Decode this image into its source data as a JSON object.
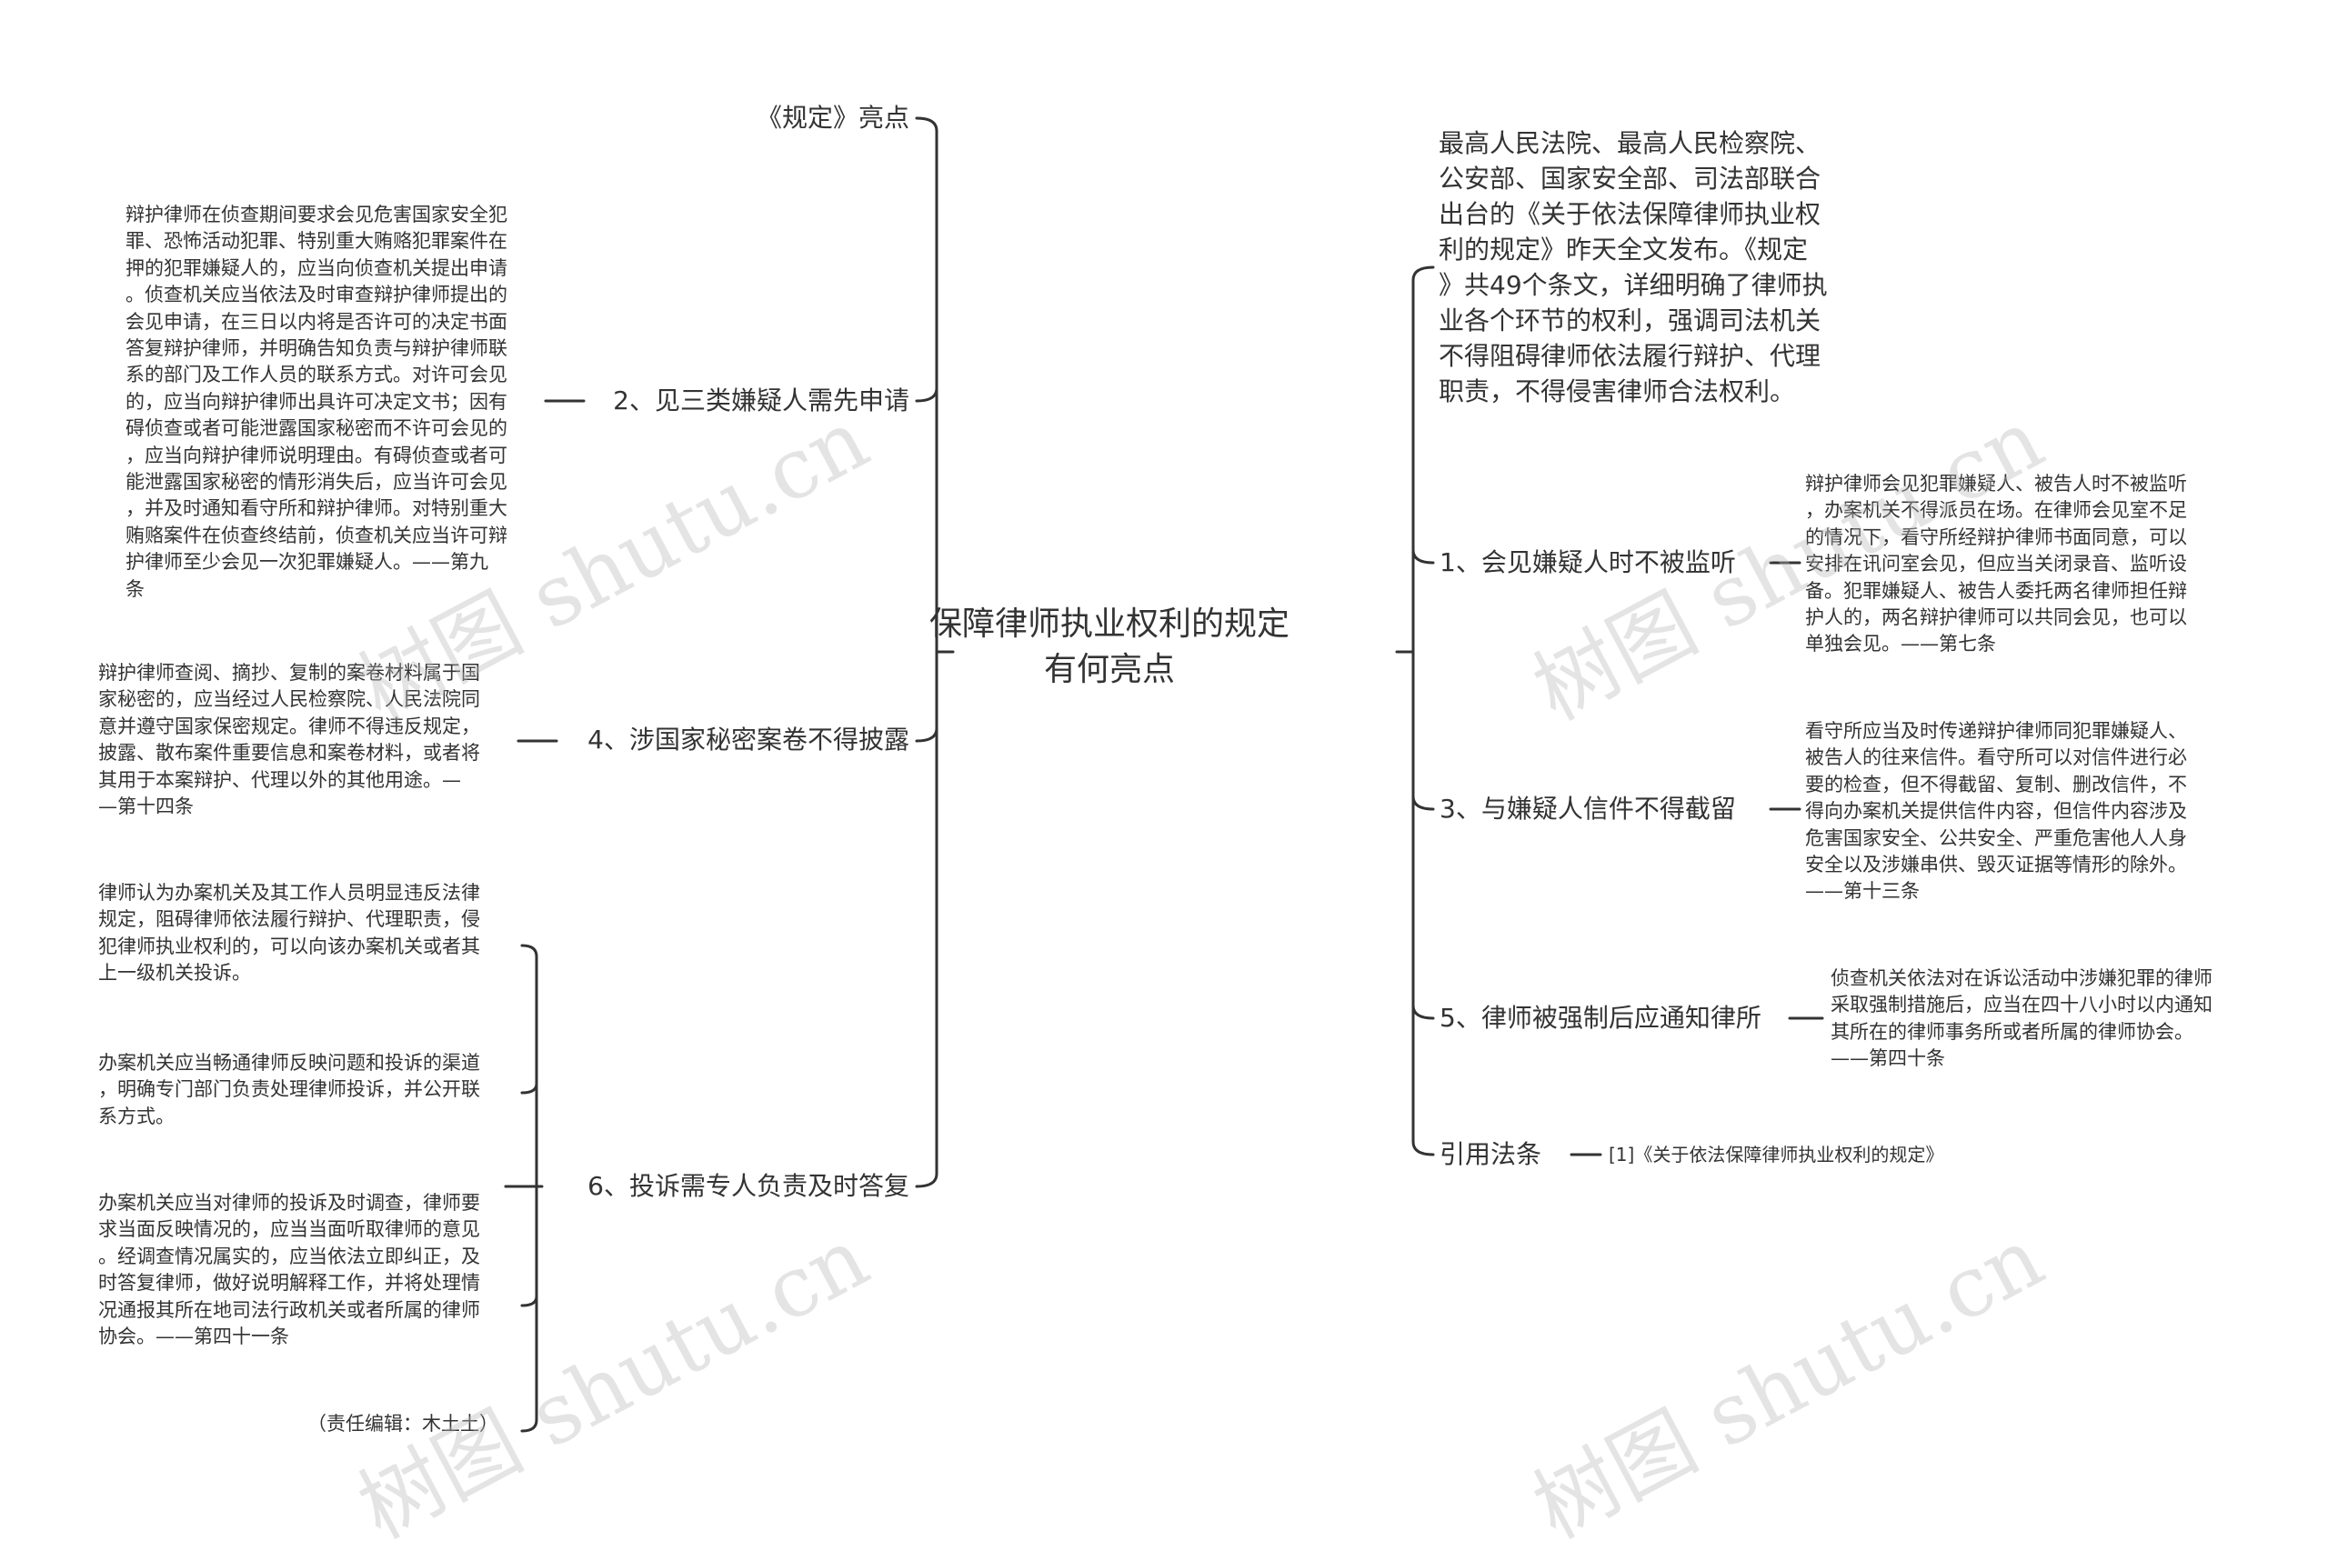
{
  "center": {
    "title": "保障律师执业权利的规定\n有何亮点"
  },
  "left": {
    "b0": {
      "label": "《规定》亮点"
    },
    "b1": {
      "label": "2、见三类嫌疑人需先申请",
      "leaf": "辩护律师在侦查期间要求会见危害国家安全犯\n罪、恐怖活动犯罪、特别重大贿赂犯罪案件在\n押的犯罪嫌疑人的，应当向侦查机关提出申请\n。侦查机关应当依法及时审查辩护律师提出的\n会见申请，在三日以内将是否许可的决定书面\n答复辩护律师，并明确告知负责与辩护律师联\n系的部门及工作人员的联系方式。对许可会见\n的，应当向辩护律师出具许可决定文书；因有\n碍侦查或者可能泄露国家秘密而不许可会见的\n，应当向辩护律师说明理由。有碍侦查或者可\n能泄露国家秘密的情形消失后，应当许可会见\n，并及时通知看守所和辩护律师。对特别重大\n贿赂案件在侦查终结前，侦查机关应当许可辩\n护律师至少会见一次犯罪嫌疑人。——第九\n条"
    },
    "b2": {
      "label": "4、涉国家秘密案卷不得披露",
      "leaf": "辩护律师查阅、摘抄、复制的案卷材料属于国\n家秘密的，应当经过人民检察院、人民法院同\n意并遵守国家保密规定。律师不得违反规定，\n披露、散布案件重要信息和案卷材料，或者将\n其用于本案辩护、代理以外的其他用途。—\n—第十四条"
    },
    "b3": {
      "label": "6、投诉需专人负责及时答复",
      "leaves": [
        "律师认为办案机关及其工作人员明显违反法律\n规定，阻碍律师依法履行辩护、代理职责，侵\n犯律师执业权利的，可以向该办案机关或者其\n上一级机关投诉。",
        "办案机关应当畅通律师反映问题和投诉的渠道\n，明确专门部门负责处理律师投诉，并公开联\n系方式。",
        "办案机关应当对律师的投诉及时调查，律师要\n求当面反映情况的，应当当面听取律师的意见\n。经调查情况属实的，应当依法立即纠正，及\n时答复律师，做好说明解释工作，并将处理情\n况通报其所在地司法行政机关或者所属的律师\n协会。——第四十一条",
        "（责任编辑：木土土）"
      ]
    }
  },
  "right": {
    "intro": "最高人民法院、最高人民检察院、\n公安部、国家安全部、司法部联合\n出台的《关于依法保障律师执业权\n利的规定》昨天全文发布。《规定\n》共49个条文，详细明确了律师执\n业各个环节的权利，强调司法机关\n不得阻碍律师依法履行辩护、代理\n职责，不得侵害律师合法权利。",
    "b1": {
      "label": "1、会见嫌疑人时不被监听",
      "leaf": "辩护律师会见犯罪嫌疑人、被告人时不被监听\n，办案机关不得派员在场。在律师会见室不足\n的情况下，看守所经辩护律师书面同意，可以\n安排在讯问室会见，但应当关闭录音、监听设\n备。犯罪嫌疑人、被告人委托两名律师担任辩\n护人的，两名辩护律师可以共同会见，也可以\n单独会见。——第七条"
    },
    "b2": {
      "label": "3、与嫌疑人信件不得截留",
      "leaf": "看守所应当及时传递辩护律师同犯罪嫌疑人、\n被告人的往来信件。看守所可以对信件进行必\n要的检查，但不得截留、复制、删改信件，不\n得向办案机关提供信件内容，但信件内容涉及\n危害国家安全、公共安全、严重危害他人人身\n安全以及涉嫌串供、毁灭证据等情形的除外。\n——第十三条"
    },
    "b3": {
      "label": "5、律师被强制后应通知律所",
      "leaf": "侦查机关依法对在诉讼活动中涉嫌犯罪的律师\n采取强制措施后，应当在四十八小时以内通知\n其所在的律师事务所或者所属的律师协会。\n——第四十条"
    },
    "b4": {
      "label": "引用法条",
      "leaf": "[1]《关于依法保障律师执业权利的规定》"
    }
  },
  "watermark": "树图 shutu.cn",
  "colors": {
    "line": "#333333",
    "text": "#333333",
    "watermark": "#b9b9b9",
    "background": "#ffffff"
  }
}
